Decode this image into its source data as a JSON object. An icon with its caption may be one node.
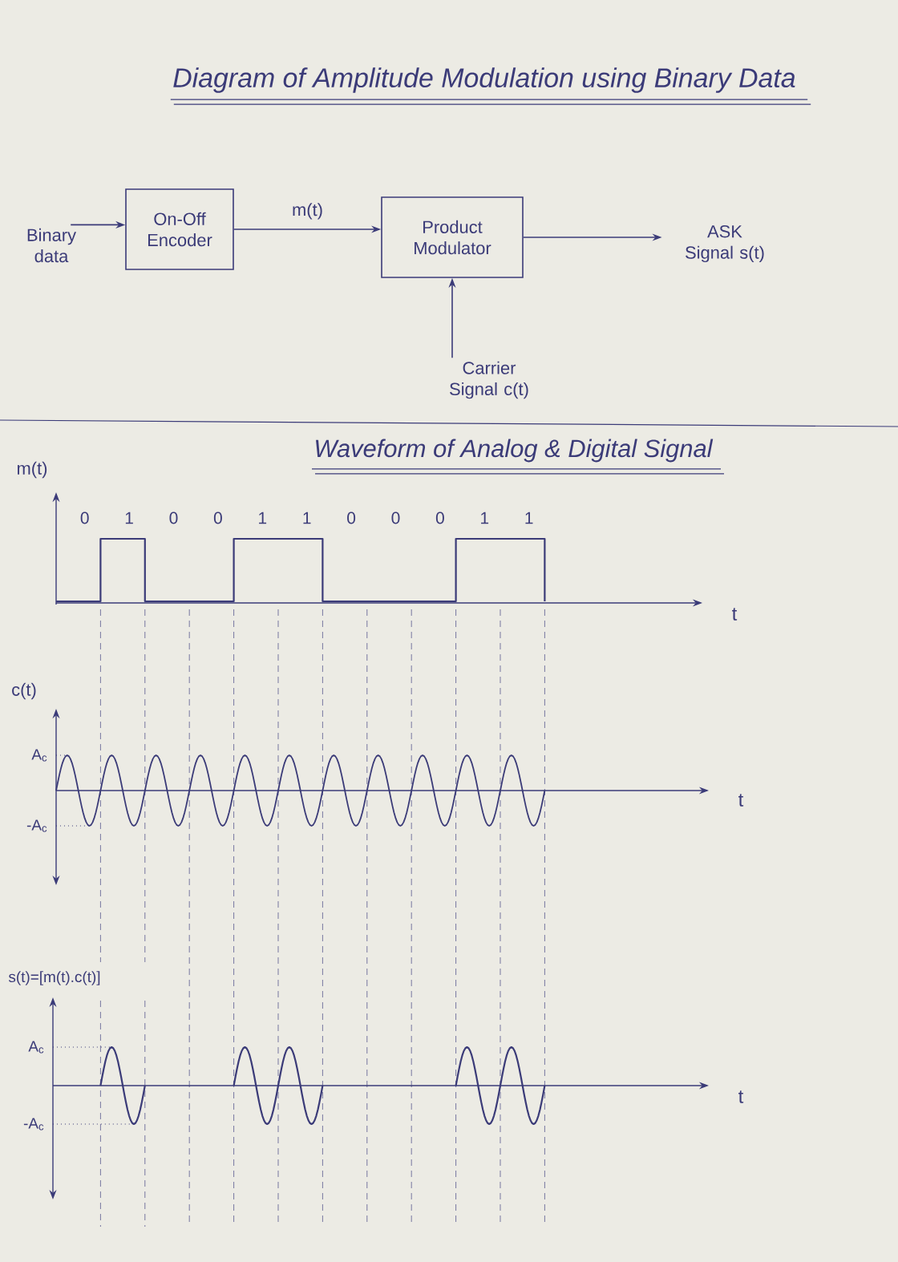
{
  "diagram": {
    "title": "Diagram of Amplitude Modulation using Binary Data",
    "nodes": [
      {
        "text": [
          "Binary data"
        ]
      },
      {
        "text": [
          "On-Off Encoder"
        ]
      },
      {
        "text": [
          "Product Modulator"
        ]
      },
      {
        "text": [
          "ASK Signal s(t)"
        ]
      },
      {
        "text": [
          "Carrier Signal c(t)"
        ]
      }
    ],
    "edges": [
      {
        "from": 0,
        "to": 1,
        "arrow": "to"
      },
      {
        "from": 1,
        "to": 2,
        "arrow": "to",
        "label": "m(t)"
      },
      {
        "from": 2,
        "to": 3,
        "arrow": "to"
      },
      {
        "from": 4,
        "to": 2,
        "arrow": "to"
      }
    ],
    "labels": [
      "Waveform of Analog & Digital Signal",
      "m(t)",
      "0",
      "1",
      "0",
      "0",
      "1",
      "1",
      "0",
      "0",
      "0",
      "1",
      "1",
      "t",
      "c(t)",
      "A$_{c}$",
      "-A$_{c}$",
      "t",
      "s(t)=[m(t).c(t)]",
      "A$_{c}$",
      "-A$_{c}$",
      "t"
    ]
  }
}
